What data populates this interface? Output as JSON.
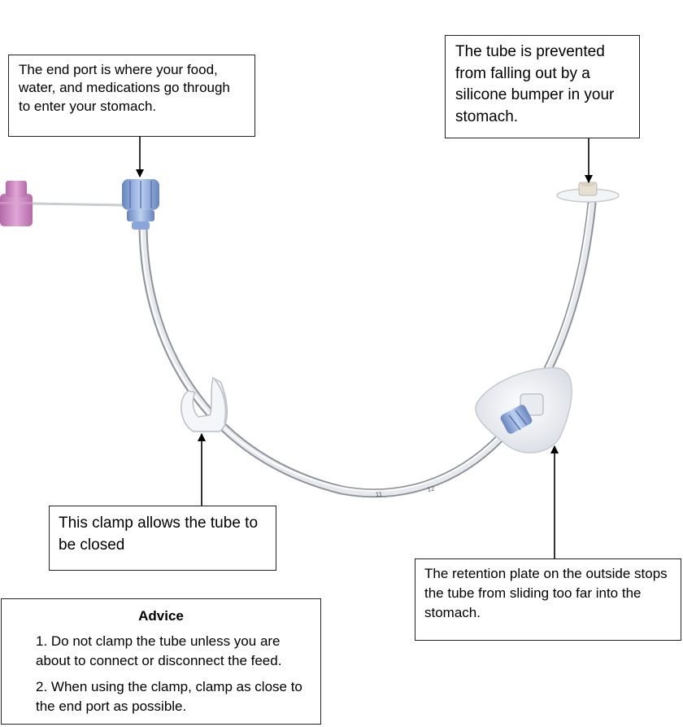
{
  "callouts": {
    "end_port": "The end port is where your food, water, and medications go through to enter your stomach.",
    "bumper": "The tube is prevented from falling out by a silicone bumper in your stomach.",
    "clamp": "This clamp allows the tube to be closed",
    "retention_plate": "The retention plate on the outside stops the tube from sliding too far into the stomach."
  },
  "advice": {
    "title": "Advice",
    "items": [
      "1. Do not clamp the tube unless you are about to connect or disconnect the feed.",
      "2. When using the clamp, clamp as close to the end port as possible."
    ]
  },
  "tube_markings": [
    "11",
    "12"
  ],
  "colors": {
    "port_cap": "#c77bbf",
    "port_connector": "#7f9fd6",
    "tube": "#c9ccd2",
    "plate": "#eef0f4",
    "arrow": "#000000"
  }
}
